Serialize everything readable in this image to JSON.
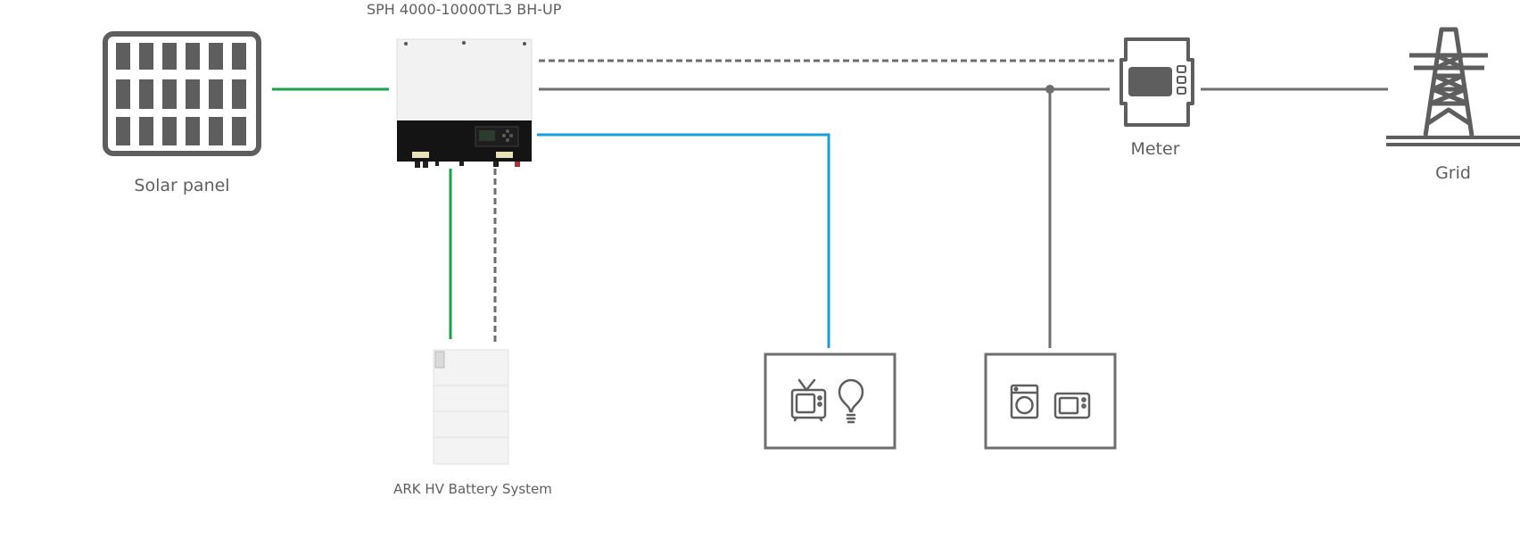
{
  "labels": {
    "inverter_model": "SPH 4000-10000TL3  BH-UP",
    "solar_panel": "Solar panel",
    "battery": "ARK HV Battery System",
    "meter": "Meter",
    "grid": "Grid"
  },
  "colors": {
    "dc_line": "#17a34a",
    "eps_line": "#1a9de0",
    "ac_line": "#6e6e6e",
    "comm_line": "#6e6e6e",
    "icon": "#5e5e5e",
    "inverter_body": "#f2f2f2",
    "inverter_bottom": "#141414"
  },
  "icons": {
    "solar_panel": "solar-panel-icon",
    "inverter": "hybrid-inverter-icon",
    "battery": "battery-stack-icon",
    "meter": "energy-meter-icon",
    "grid": "transmission-tower-icon",
    "backup_loads": [
      "tv-icon",
      "light-bulb-icon"
    ],
    "normal_loads": [
      "washing-machine-icon",
      "microwave-icon"
    ]
  }
}
